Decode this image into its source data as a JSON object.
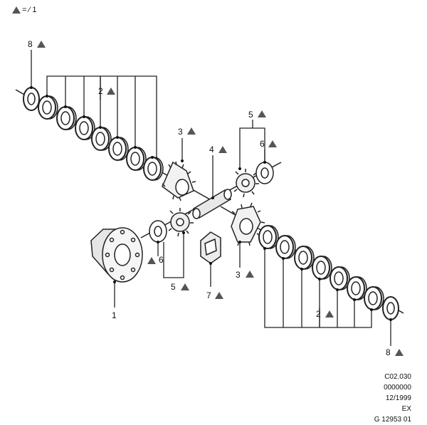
{
  "legend": {
    "text": "= ∕ 1"
  },
  "callouts": [
    {
      "id": "p8a",
      "text": "8"
    },
    {
      "id": "p2a",
      "text": "2"
    },
    {
      "id": "p3a",
      "text": "3"
    },
    {
      "id": "p4",
      "text": "4"
    },
    {
      "id": "p5a",
      "text": "5"
    },
    {
      "id": "p6a",
      "text": "6"
    },
    {
      "id": "p6b",
      "text": "6"
    },
    {
      "id": "p5b",
      "text": "5"
    },
    {
      "id": "p7",
      "text": "7"
    },
    {
      "id": "p3b",
      "text": "3"
    },
    {
      "id": "p1",
      "text": "1"
    },
    {
      "id": "p2b",
      "text": "2"
    },
    {
      "id": "p8b",
      "text": "8"
    }
  ],
  "reference": [
    "C02.030",
    "0000000",
    "12/1999",
    "EX",
    "G 12953 01"
  ],
  "icons": {
    "marker": "triangle-icon"
  }
}
